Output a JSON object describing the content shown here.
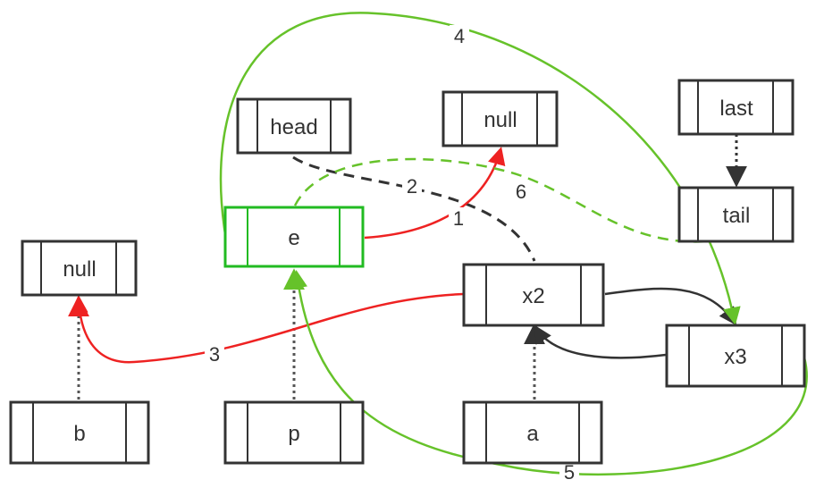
{
  "nodes": {
    "head": {
      "label": "head"
    },
    "null_top": {
      "label": "null"
    },
    "last": {
      "label": "last"
    },
    "tail": {
      "label": "tail"
    },
    "e": {
      "label": "e"
    },
    "null_left": {
      "label": "null"
    },
    "x2": {
      "label": "x2"
    },
    "x3": {
      "label": "x3"
    },
    "b": {
      "label": "b"
    },
    "p": {
      "label": "p"
    },
    "a": {
      "label": "a"
    }
  },
  "edge_labels": {
    "one": "1",
    "two": "2",
    "three": "3",
    "four": "4",
    "five": "5",
    "six": "6"
  },
  "colors": {
    "box_stroke": "#333333",
    "highlight_stroke": "#22bb22",
    "red": "#ee2222",
    "green": "#66c22a",
    "dark": "#333333"
  }
}
